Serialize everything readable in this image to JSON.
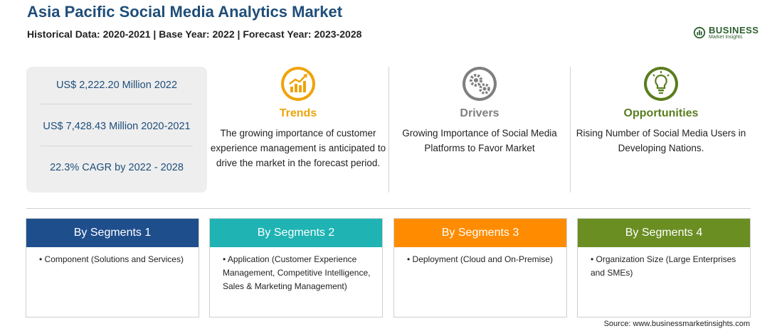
{
  "header": {
    "title": "Asia Pacific Social Media Analytics Market",
    "subtitle": "Historical Data: 2020-2021 | Base Year: 2022 | Forecast Year: 2023-2028"
  },
  "logo": {
    "main": "BUSINESS",
    "sub": "Market Insights"
  },
  "stats": [
    "US$ 2,222.20 Million 2022",
    "US$ 7,428.43 Million 2020-2021",
    "22.3% CAGR by 2022 - 2028"
  ],
  "columns": [
    {
      "title": "Trends",
      "color": "#f0a30a",
      "icon": "trend-chart-icon",
      "text": "The growing importance of customer experience management is anticipated to drive the market in the forecast period."
    },
    {
      "title": "Drivers",
      "color": "#7f7f7f",
      "icon": "gears-icon",
      "text": "Growing Importance of Social Media Platforms to Favor Market"
    },
    {
      "title": "Opportunities",
      "color": "#5a7d1e",
      "icon": "lightbulb-icon",
      "text": "Rising Number of Social Media Users in Developing Nations."
    }
  ],
  "segments": [
    {
      "title": "By Segments 1",
      "color": "#1f4e8c",
      "text": "• Component (Solutions and Services)"
    },
    {
      "title": "By Segments 2",
      "color": "#1fb3b3",
      "text": "• Application (Customer Experience Management, Competitive Intelligence, Sales & Marketing Management)"
    },
    {
      "title": "By Segments 3",
      "color": "#ff8c00",
      "text": "• Deployment (Cloud and On-Premise)"
    },
    {
      "title": "By Segments 4",
      "color": "#6b8e23",
      "text": "• Organization Size (Large Enterprises and SMEs)"
    }
  ],
  "source": "Source: www.businessmarketinsights.com"
}
